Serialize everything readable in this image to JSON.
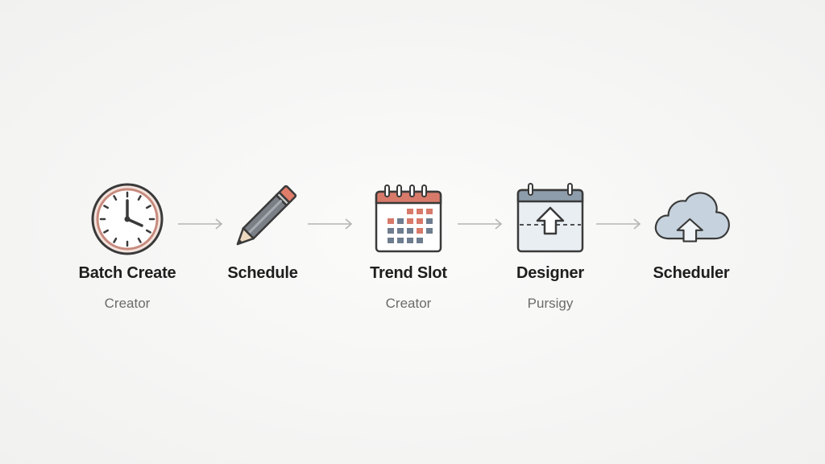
{
  "steps": [
    {
      "title": "Batch Create",
      "subtitle": "Creator",
      "icon": "clock-icon"
    },
    {
      "title": "Schedule",
      "subtitle": "",
      "icon": "pencil-icon"
    },
    {
      "title": "Trend Slot",
      "subtitle": "Creator",
      "icon": "calendar-icon"
    },
    {
      "title": "Designer",
      "subtitle": "Pursigy",
      "icon": "calendar-upload-icon"
    },
    {
      "title": "Scheduler",
      "subtitle": "",
      "icon": "cloud-upload-icon"
    }
  ],
  "colors": {
    "outline": "#3a3a3a",
    "accent_red": "#d87a6a",
    "accent_blue": "#9fb3c8",
    "icon_fill": "#e9eef3",
    "arrow": "#b5b5b5"
  }
}
